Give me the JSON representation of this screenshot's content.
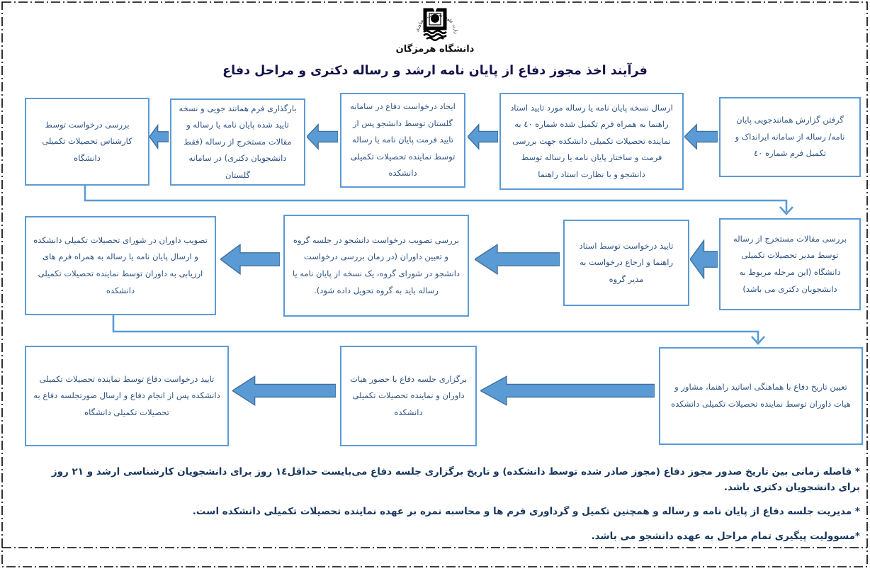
{
  "header": {
    "ministry_seal_text": "وزارت علوم، تحقیقات و فناوری",
    "university": "دانشگاه هرمزگان",
    "title": "فرآیند اخذ مجوز دفاع از پایان نامه ارشد و رساله دکتری و مراحل دفاع"
  },
  "colors": {
    "box_border": "#5b9bd5",
    "arrow_fill": "#5b9bd5",
    "arrow_stroke": "#41719c",
    "connector": "#5b9bd5",
    "box_text": "#2e5382",
    "note_text": "#17365d",
    "title_text": "#14144b",
    "page_border": "#000000"
  },
  "flow": {
    "row1": [
      "گرفتن گزارش همانندجویی  پایان نامه/ رساله از سامانه ایرانداک و تکمیل فرم شماره ٤٠",
      "ارسال نسخه پایان نامه یا رساله مورد تایید استاد راهنما به همراه فرم تکمیل شده شماره ٤٠ به نماینده تحصیلات تکمیلی دانشکده جهت بررسی فرمت و ساختار پایان نامه یا رساله توسط دانشجو و با نظارت استاد راهنما",
      "ایجاد درخواست دفاع در سامانه گلستان توسط دانشجو پس از تایید فرمت پایان نامه یا رساله توسط نماینده تحصیلات تکمیلی دانشکده",
      "بارگذاری فرم همانند جویی و نسخه تایید شده پایان نامه یا رساله و مقالات مستخرج از رساله (فقط دانشجویان دکتری) در سامانه گلستان",
      "بررسی درخواست توسط کارشناس تحصیلات تکمیلی دانشگاه"
    ],
    "row2": [
      "بررسی مقالات مستخرج از رساله توسط مدیر تحصیلات تکمیلی دانشگاه (این مرحله مربوط به دانشجویان دکتری می باشد)",
      "تایید درخواست توسط استاد راهنما و ارجاع درخواست به مدیر گروه",
      "بررسی تصویب درخواست دانشجو در جلسه گروه و تعیین داوران (در زمان بررسی درخواست دانشجو در شورای گروه، یک نسخه از پایان نامه یا رساله باید به گروه تحویل داده شود).",
      "تصویب داوران در شورای تحصیلات تکمیلی دانشکده و ارسال پایان نامه یا رساله به همراه فرم های ارزیابی به داوران توسط نماینده تحصیلات تکمیلی دانشکده"
    ],
    "row3": [
      "تعیین تاریخ دفاع با هماهنگی اساتید راهنما، مشاور و هیات داوران توسط نماینده تحصیلات تکمیلی دانشکده",
      "برگزاری جلسه دفاع با حضور هیات داوران و نماینده تحصیلات تکمیلی دانشکده",
      "تایید درخواست دفاع توسط نماینده تحصیلات تکمیلی دانشکده پس از انجام دفاع و ارسال صورتجلسه دفاع به تحصیلات تکمیلی دانشگاه"
    ]
  },
  "notes": [
    "* فاصله زمانی بین تاریخ صدور مجوز دفاع (مجوز صادر شده توسط دانشکده) و تاریخ برگزاری جلسه دفاع می‌بایست حداقل١٤ روز برای دانشجویان کارشناسی ارشد و ٢١ روز برای دانشجویان دکتری باشد.",
    "* مدیریت جلسه دفاع از پایان نامه و رساله و همچنین تکمیل و گرداوری فرم ها و محاسبه نمره بر عهده نماینده تحصیلات تکمیلی دانشکده است.",
    "*مسوولیت پیگیری تمام مراحل به عهده دانشجو می باشد."
  ]
}
